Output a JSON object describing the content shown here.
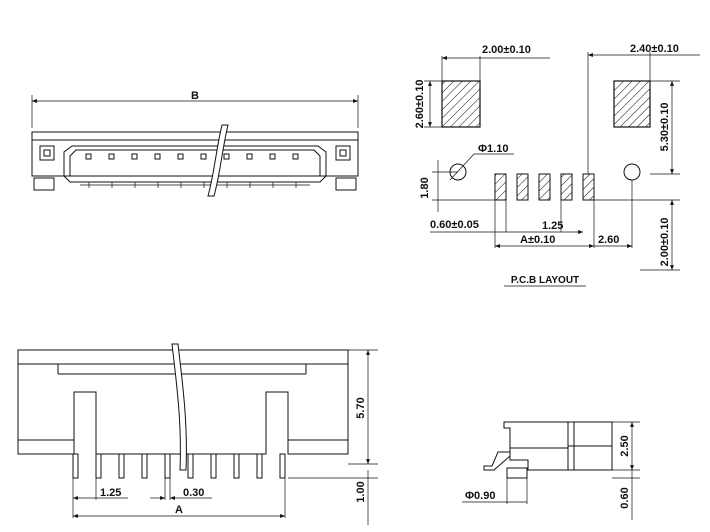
{
  "top_view": {
    "dim_B": "B"
  },
  "pcb_layout": {
    "title": "P.C.B LAYOUT",
    "dim_pad_height": "2.60±0.10",
    "dim_pad_width": "2.00±0.10",
    "dim_pad_right_width": "2.40±0.10",
    "dim_vertical_530": "5.30±0.10",
    "dim_hole": "Φ1.10",
    "dim_180": "1.80",
    "dim_pin_width": "0.60±0.05",
    "dim_pitch": "1.25",
    "dim_A": "A±0.10",
    "dim_260": "2.60",
    "dim_vertical_200": "2.00±0.10"
  },
  "front_view": {
    "dim_570": "5.70",
    "dim_pitch": "1.25",
    "dim_pin": "0.30",
    "dim_A": "A",
    "dim_100": "1.00"
  },
  "side_view": {
    "dim_250": "2.50",
    "dim_post": "Φ0.90",
    "dim_060": "0.60"
  }
}
